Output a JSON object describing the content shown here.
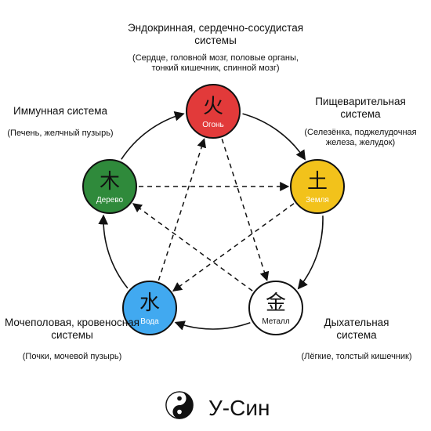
{
  "elements": [
    {
      "id": "fire",
      "glyph": "火",
      "name": "Огонь",
      "fill": "#e23a3a",
      "text_color": "#ffffff"
    },
    {
      "id": "earth",
      "glyph": "土",
      "name": "Земля",
      "fill": "#f2c21b",
      "text_color": "#ffffff"
    },
    {
      "id": "metal",
      "glyph": "金",
      "name": "Металл",
      "fill": "#ffffff",
      "text_color": "#111111"
    },
    {
      "id": "water",
      "glyph": "水",
      "name": "Вода",
      "fill": "#41a9f0",
      "text_color": "#ffffff"
    },
    {
      "id": "wood",
      "glyph": "木",
      "name": "Дерево",
      "fill": "#2f8a3b",
      "text_color": "#ffffff"
    }
  ],
  "labels": {
    "fire": {
      "title": "Эндокринная, сердечно-сосудистая системы",
      "sub": "(Сердце, головной мозг, половые органы, тонкий кишечник, спинной мозг)"
    },
    "earth": {
      "title": "Пищеварительная система",
      "sub": "(Селезёнка, поджелудочная железа, желудок)"
    },
    "metal": {
      "title": "Дыхательная система",
      "sub": "(Лёгкие, толстый кишечник)"
    },
    "water": {
      "title": "Мочеполовая, кровеносная системы",
      "sub": "(Почки, мочевой пузырь)"
    },
    "wood": {
      "title": "Иммунная система",
      "sub": "(Печень, желчный пузырь)"
    }
  },
  "generating_cycle": [
    [
      "fire",
      "earth"
    ],
    [
      "earth",
      "metal"
    ],
    [
      "metal",
      "water"
    ],
    [
      "water",
      "wood"
    ],
    [
      "wood",
      "fire"
    ]
  ],
  "controlling_cycle": [
    [
      "wood",
      "earth"
    ],
    [
      "earth",
      "water"
    ],
    [
      "water",
      "fire"
    ],
    [
      "fire",
      "metal"
    ],
    [
      "metal",
      "wood"
    ]
  ],
  "footer": {
    "title": "У-Син",
    "symbol": "yin-yang"
  }
}
